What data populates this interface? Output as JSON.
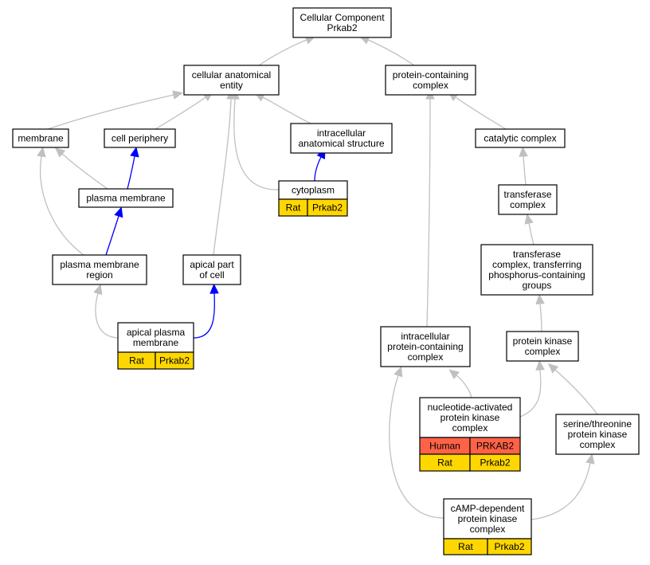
{
  "colors": {
    "box_border": "#000000",
    "box_fill": "#ffffff",
    "edge_default": "#c0c0c0",
    "edge_highlight": "#0000ff",
    "rat_cell": "#ffd700",
    "human_cell": "#ff6347"
  },
  "nodes": {
    "cellular_component": {
      "lines": [
        "Cellular Component",
        "Prkab2"
      ]
    },
    "cellular_anatomical_entity": {
      "lines": [
        "cellular anatomical",
        "entity"
      ]
    },
    "protein_containing_complex": {
      "lines": [
        "protein-containing",
        "complex"
      ]
    },
    "membrane": {
      "lines": [
        "membrane"
      ]
    },
    "cell_periphery": {
      "lines": [
        "cell periphery"
      ]
    },
    "intracellular_anatomical_structure": {
      "lines": [
        "intracellular",
        "anatomical structure"
      ]
    },
    "catalytic_complex": {
      "lines": [
        "catalytic complex"
      ]
    },
    "plasma_membrane": {
      "lines": [
        "plasma membrane"
      ]
    },
    "cytoplasm": {
      "lines": [
        "cytoplasm"
      ],
      "annotations": [
        [
          "Rat",
          "Prkab2"
        ]
      ]
    },
    "transferase_complex": {
      "lines": [
        "transferase",
        "complex"
      ]
    },
    "transferase_complex_phospho": {
      "lines": [
        "transferase",
        "complex, transferring",
        "phosphorus-containing",
        "groups"
      ]
    },
    "plasma_membrane_region": {
      "lines": [
        "plasma membrane",
        "region"
      ]
    },
    "apical_part_of_cell": {
      "lines": [
        "apical part",
        "of cell"
      ]
    },
    "apical_plasma_membrane": {
      "lines": [
        "apical plasma",
        "membrane"
      ],
      "annotations": [
        [
          "Rat",
          "Prkab2"
        ]
      ]
    },
    "intracellular_protein_containing_complex": {
      "lines": [
        "intracellular",
        "protein-containing",
        "complex"
      ]
    },
    "protein_kinase_complex": {
      "lines": [
        "protein kinase",
        "complex"
      ]
    },
    "nucleotide_activated_protein_kinase_complex": {
      "lines": [
        "nucleotide-activated",
        "protein kinase",
        "complex"
      ],
      "annotations": [
        [
          "Human",
          "PRKAB2"
        ],
        [
          "Rat",
          "Prkab2"
        ]
      ]
    },
    "serine_threonine_protein_kinase_complex": {
      "lines": [
        "serine/threonine",
        "protein kinase",
        "complex"
      ]
    },
    "camp_dependent_protein_kinase_complex": {
      "lines": [
        "cAMP-dependent",
        "protein kinase",
        "complex"
      ],
      "annotations": [
        [
          "Rat",
          "Prkab2"
        ]
      ]
    }
  },
  "edges": [
    {
      "from": "cellular_anatomical_entity",
      "to": "cellular_component",
      "style": "gray"
    },
    {
      "from": "protein_containing_complex",
      "to": "cellular_component",
      "style": "gray"
    },
    {
      "from": "membrane",
      "to": "cellular_anatomical_entity",
      "style": "gray"
    },
    {
      "from": "cell_periphery",
      "to": "cellular_anatomical_entity",
      "style": "gray"
    },
    {
      "from": "intracellular_anatomical_structure",
      "to": "cellular_anatomical_entity",
      "style": "gray"
    },
    {
      "from": "cytoplasm",
      "to": "cellular_anatomical_entity",
      "style": "gray"
    },
    {
      "from": "apical_part_of_cell",
      "to": "cellular_anatomical_entity",
      "style": "gray"
    },
    {
      "from": "catalytic_complex",
      "to": "protein_containing_complex",
      "style": "gray"
    },
    {
      "from": "intracellular_protein_containing_complex",
      "to": "protein_containing_complex",
      "style": "gray"
    },
    {
      "from": "plasma_membrane",
      "to": "membrane",
      "style": "gray"
    },
    {
      "from": "plasma_membrane",
      "to": "cell_periphery",
      "style": "blue"
    },
    {
      "from": "cytoplasm",
      "to": "intracellular_anatomical_structure",
      "style": "blue"
    },
    {
      "from": "transferase_complex",
      "to": "catalytic_complex",
      "style": "gray"
    },
    {
      "from": "plasma_membrane_region",
      "to": "membrane",
      "style": "gray"
    },
    {
      "from": "plasma_membrane_region",
      "to": "plasma_membrane",
      "style": "blue"
    },
    {
      "from": "transferase_complex_phospho",
      "to": "transferase_complex",
      "style": "gray"
    },
    {
      "from": "apical_plasma_membrane",
      "to": "plasma_membrane_region",
      "style": "gray"
    },
    {
      "from": "apical_plasma_membrane",
      "to": "apical_part_of_cell",
      "style": "blue"
    },
    {
      "from": "protein_kinase_complex",
      "to": "transferase_complex_phospho",
      "style": "gray"
    },
    {
      "from": "nucleotide_activated_protein_kinase_complex",
      "to": "intracellular_protein_containing_complex",
      "style": "gray"
    },
    {
      "from": "nucleotide_activated_protein_kinase_complex",
      "to": "protein_kinase_complex",
      "style": "gray"
    },
    {
      "from": "serine_threonine_protein_kinase_complex",
      "to": "protein_kinase_complex",
      "style": "gray"
    },
    {
      "from": "camp_dependent_protein_kinase_complex",
      "to": "intracellular_protein_containing_complex",
      "style": "gray"
    },
    {
      "from": "camp_dependent_protein_kinase_complex",
      "to": "serine_threonine_protein_kinase_complex",
      "style": "gray"
    }
  ]
}
